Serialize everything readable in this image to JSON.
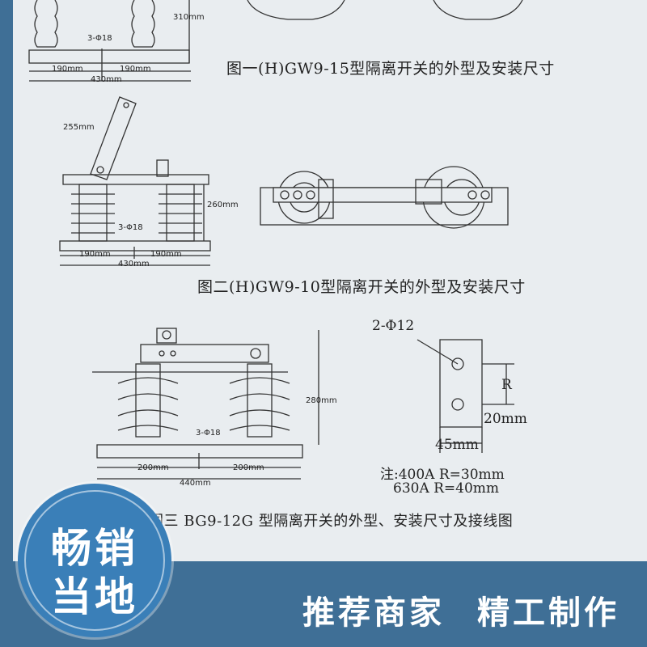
{
  "figure1": {
    "caption": "图一(H)GW9-15型隔离开关的外型及安装尺寸",
    "dim_height": "310mm",
    "holes": "3-Φ18",
    "span_left": "190mm",
    "span_right": "190mm",
    "span_total": "430mm"
  },
  "figure2": {
    "caption": "图二(H)GW9-10型隔离开关的外型及安装尺寸",
    "blade_length": "255mm",
    "dim_height": "260mm",
    "holes": "3-Φ18",
    "span_left": "190mm",
    "span_right": "190mm",
    "span_total": "430mm"
  },
  "figure3": {
    "caption": "图三 BG9-12G 型隔离开关的外型、安装尺寸及接线图",
    "dim_height": "280mm",
    "holes": "3-Φ18",
    "span_left": "200mm",
    "span_right": "200mm",
    "span_total": "440mm"
  },
  "terminal": {
    "holes": "2-Φ12",
    "r_label": "R",
    "offset": "20mm",
    "width": "45mm",
    "note_line1": "注:400A R=30mm",
    "note_line2": "630A R=40mm"
  },
  "badge": {
    "line1": "畅销",
    "line2": "当地"
  },
  "slogan": {
    "part1": "推荐商家",
    "part2": "精工制作"
  },
  "colors": {
    "background": "#3f6f96",
    "paper": "#e9edf0",
    "badge": "#3a7fb8",
    "ink": "#222222"
  }
}
